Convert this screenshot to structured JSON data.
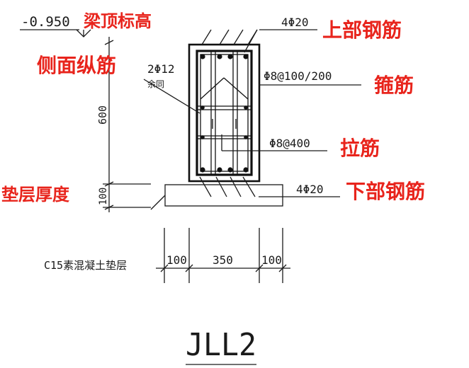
{
  "drawing_title": "JLL2",
  "elevation": {
    "value": "-0.950",
    "label": "梁顶标高"
  },
  "callouts": {
    "top_bars": {
      "spec": "4Φ20",
      "label": "上部钢筋"
    },
    "side_bars": {
      "spec": "2Φ12",
      "spec_note": "余同",
      "label": "侧面纵筋"
    },
    "stirrups": {
      "spec": "Φ8@100/200",
      "label": "箍筋"
    },
    "ties": {
      "spec": "Φ8@400",
      "label": "拉筋"
    },
    "bottom_bars": {
      "spec": "4Φ20",
      "label": "下部钢筋"
    },
    "cushion": {
      "label": "垫层厚度"
    },
    "cushion_material": "C15素混凝土垫层"
  },
  "dimensions": {
    "beam_height": "600",
    "cushion_thickness": "100",
    "left_overhang": "100",
    "beam_width": "350",
    "right_overhang": "100"
  },
  "colors": {
    "annotation": "#e8241c",
    "linework": "#1a1a1a"
  }
}
